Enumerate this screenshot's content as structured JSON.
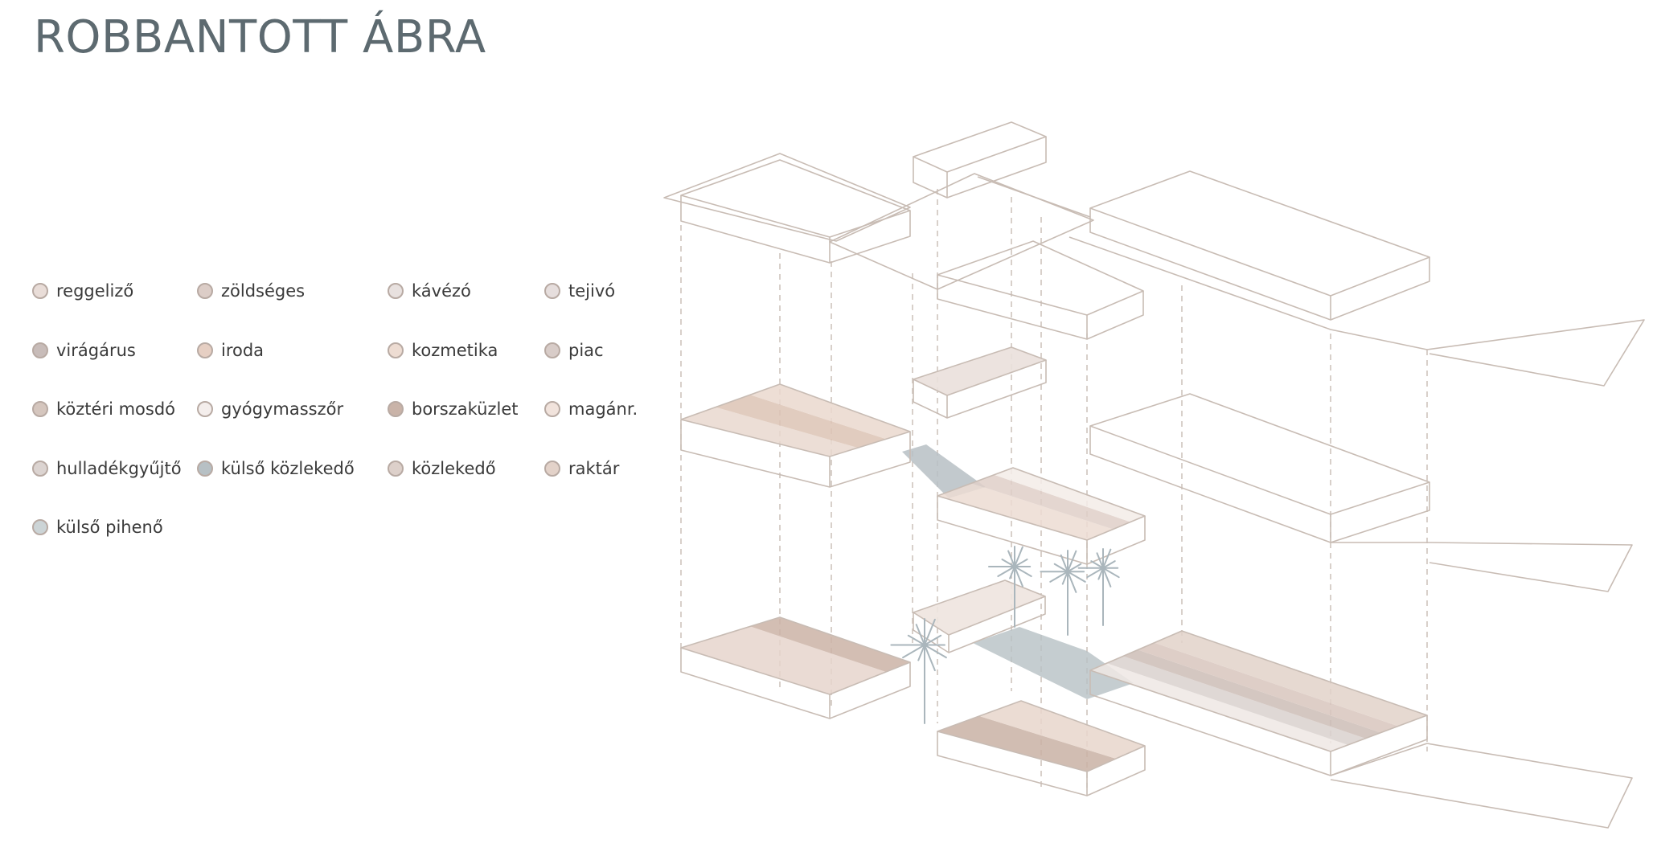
{
  "title": "ROBBANTOTT ÁBRA",
  "legend": [
    {
      "label": "reggeliző",
      "color": "#e9ddd8"
    },
    {
      "label": "zöldséges",
      "color": "#dccdc7"
    },
    {
      "label": "kávézó",
      "color": "#e8e1df"
    },
    {
      "label": "tejivó",
      "color": "#e6dedd"
    },
    {
      "label": "virágárus",
      "color": "#c8bcb9"
    },
    {
      "label": "iroda",
      "color": "#e6cfc3"
    },
    {
      "label": "kozmetika",
      "color": "#eddcd2"
    },
    {
      "label": "piac",
      "color": "#d8ccc8"
    },
    {
      "label": "köztéri mosdó",
      "color": "#d5c6be"
    },
    {
      "label": "gyógymasszőr",
      "color": "#f4eeec"
    },
    {
      "label": "borszaküzlet",
      "color": "#c9b3a8"
    },
    {
      "label": "magánr.",
      "color": "#f1e3dc"
    },
    {
      "label": "hulladékgyűjtő",
      "color": "#dcd4d1"
    },
    {
      "label": "külső közlekedő",
      "color": "#b7c0c4"
    },
    {
      "label": "közlekedő",
      "color": "#ddd0ca"
    },
    {
      "label": "raktár",
      "color": "#e3d2c9"
    },
    {
      "label": "külső pihenő",
      "color": "#ccd4d6"
    }
  ],
  "colors": {
    "outline": "#c8bcb4",
    "dashed": "#c8bcb4",
    "tree": "#aab6bc",
    "path": "#b7c0c4"
  }
}
